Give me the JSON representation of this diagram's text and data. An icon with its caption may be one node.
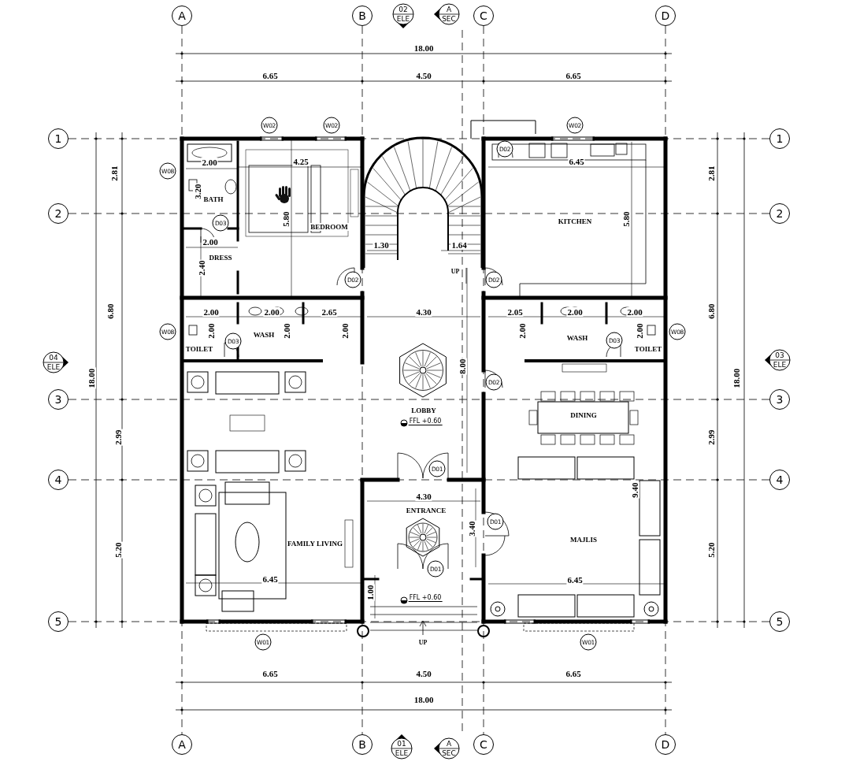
{
  "diagram": {
    "nodes": [
      {
        "text": [
          "A"
        ]
      },
      {
        "text": [
          "B"
        ]
      },
      {
        "text": [
          "02",
          "ELE"
        ]
      },
      {
        "text": [
          "A",
          "SEC"
        ]
      },
      {
        "text": [
          "C"
        ]
      },
      {
        "text": [
          "D"
        ]
      },
      {
        "text": [
          "W02"
        ]
      },
      {
        "text": [
          "W02"
        ]
      },
      {
        "text": [
          "W02"
        ]
      },
      {
        "text": [
          "1"
        ]
      },
      {
        "text": [
          "1"
        ]
      },
      {
        "text": [
          "D02"
        ]
      },
      {
        "text": [
          "W08"
        ]
      },
      {
        "text": [
          "BATH"
        ]
      },
      {
        "text": [
          "2"
        ]
      },
      {
        "text": [
          "2"
        ]
      },
      {
        "text": [
          "KITCHEN"
        ]
      },
      {
        "text": [
          "D03"
        ]
      },
      {
        "text": [
          "BEDROOM"
        ]
      },
      {
        "text": [
          "DRESS"
        ]
      },
      {
        "text": [
          "D02"
        ]
      },
      {
        "text": [
          "D02"
        ]
      },
      {
        "text": [
          "W08"
        ]
      },
      {
        "text": [
          "W08"
        ]
      },
      {
        "text": [
          "WASH"
        ]
      },
      {
        "text": [
          "WASH"
        ]
      },
      {
        "text": [
          "D03"
        ]
      },
      {
        "text": [
          "D03"
        ]
      },
      {
        "text": [
          "TOILET"
        ]
      },
      {
        "text": [
          "TOILET"
        ]
      },
      {
        "text": [
          "04",
          "ELE"
        ]
      },
      {
        "text": [
          "03",
          "ELE"
        ]
      },
      {
        "text": [
          "D02"
        ]
      },
      {
        "text": [
          "3"
        ]
      },
      {
        "text": [
          "3"
        ]
      },
      {
        "text": [
          "LOBBY"
        ],
        "beside": [
          "FFL +0.60"
        ]
      },
      {
        "text": [
          "DINING"
        ]
      },
      {
        "text": [
          "D01"
        ]
      },
      {
        "text": [
          "4"
        ]
      },
      {
        "text": [
          "4"
        ]
      },
      {
        "text": [
          "ENTRANCE"
        ]
      },
      {
        "text": [
          "D01"
        ]
      },
      {
        "text": [
          "MAJLIS"
        ]
      },
      {
        "text": [
          "FAMILY LIVING"
        ]
      },
      {
        "text": [
          "D01"
        ]
      },
      {
        "text": [
          "5"
        ]
      },
      {
        "text": [
          "5"
        ]
      },
      {
        "text": [
          "W01"
        ]
      },
      {
        "text": [
          "W01"
        ]
      },
      {
        "text": [
          "A"
        ]
      },
      {
        "text": [
          "B"
        ]
      },
      {
        "text": [
          "01",
          "ELE"
        ]
      },
      {
        "text": [
          "A",
          "SEC"
        ]
      },
      {
        "text": [
          "C"
        ]
      },
      {
        "text": [
          "D"
        ]
      }
    ],
    "edges": [
      {
        "from": 0,
        "to": 49,
        "arrow": "none",
        "style": "dashed"
      },
      {
        "from": 1,
        "to": 50,
        "arrow": "none",
        "style": "dashed"
      },
      {
        "from": 4,
        "to": 53,
        "arrow": "none",
        "style": "dashed"
      },
      {
        "from": 5,
        "to": 54,
        "arrow": "none",
        "style": "dashed"
      },
      {
        "from": 9,
        "to": 10,
        "arrow": "none",
        "style": "dashed"
      },
      {
        "from": 14,
        "to": 15,
        "arrow": "none",
        "style": "dashed"
      },
      {
        "from": 33,
        "to": 34,
        "arrow": "none",
        "style": "dashed"
      },
      {
        "from": 38,
        "to": 39,
        "arrow": "none",
        "style": "dashed"
      },
      {
        "from": 45,
        "to": 46,
        "arrow": "none",
        "style": "dashed"
      },
      {
        "from": 3,
        "to": 52,
        "arrow": "none",
        "style": "dashed"
      }
    ],
    "labels": [
      "18.00",
      "6.65",
      "4.50",
      "6.65",
      "2.81",
      "2.81",
      "2.00",
      "4.25",
      "6.45",
      "3.20",
      "5.80",
      "5.80",
      "2.00",
      "1.30",
      "1.64",
      "2.40",
      "UP",
      "6.80",
      "6.80",
      "2.00",
      "2.00",
      "2.65",
      "4.30",
      "2.05",
      "2.00",
      "2.00",
      "2.00",
      "2.00",
      "2.00",
      "2.00",
      "2.00",
      "8.00",
      "18.00",
      "18.00",
      "2.99",
      "2.99",
      "9.40",
      "4.30",
      "3.40",
      "5.20",
      "5.20",
      "6.45",
      "6.45",
      "1.00",
      "FFL +0.60",
      "UP",
      "6.65",
      "4.50",
      "6.65",
      "18.00"
    ]
  }
}
